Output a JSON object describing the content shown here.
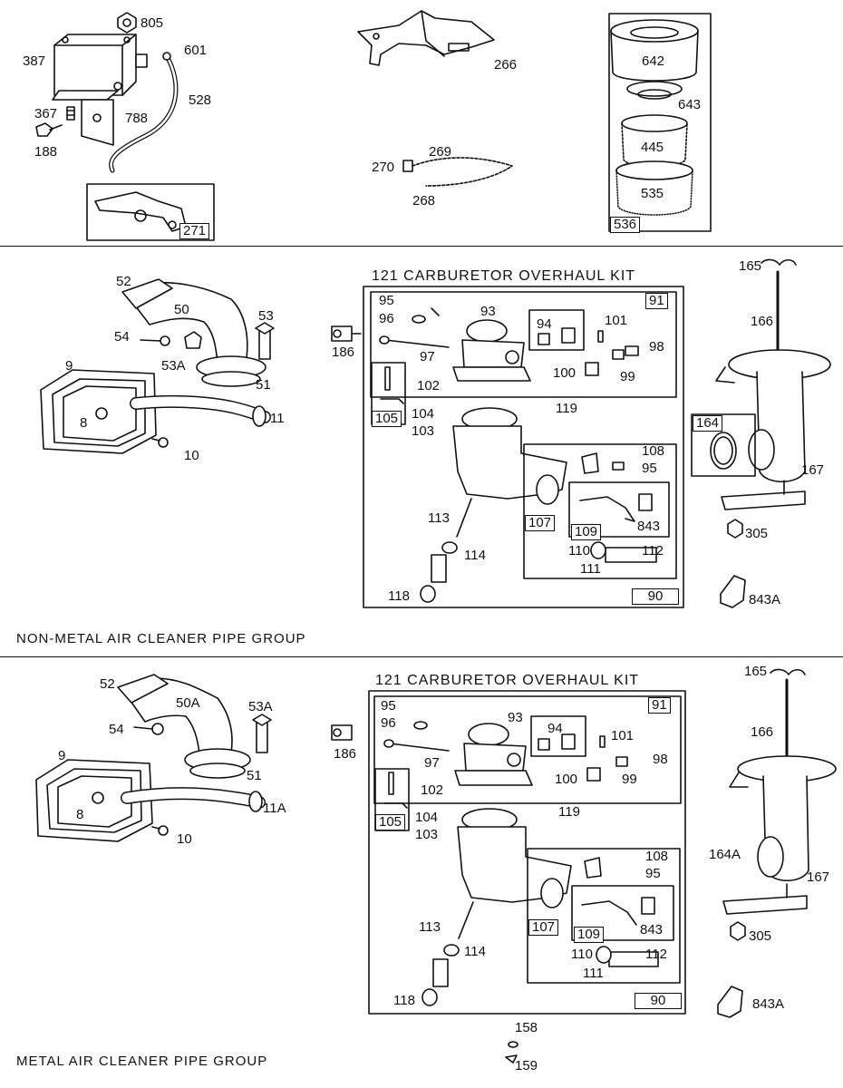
{
  "top": {
    "labels": {
      "p805": "805",
      "p387": "387",
      "p601": "601",
      "p528": "528",
      "p367": "367",
      "p788": "788",
      "p188": "188",
      "p266": "266",
      "p269": "269",
      "p270": "270",
      "p268": "268",
      "p642": "642",
      "p643": "643",
      "p445": "445",
      "p535": "535"
    },
    "boxes": {
      "b271": "271",
      "b536": "536"
    }
  },
  "nonmetal": {
    "caption": "NON-METAL AIR CLEANER PIPE GROUP",
    "kit_title": "121  CARBURETOR OVERHAUL KIT",
    "labels": {
      "p52": "52",
      "p50": "50",
      "p53": "53",
      "p54": "54",
      "p53A": "53A",
      "p51": "51",
      "p9": "9",
      "p8": "8",
      "p11": "11",
      "p10": "10",
      "p186": "186",
      "p95a": "95",
      "p96": "96",
      "p93": "93",
      "p97": "97",
      "p94": "94",
      "p101": "101",
      "p98": "98",
      "p100": "100",
      "p99": "99",
      "p102": "102",
      "p104": "104",
      "p103": "103",
      "p119": "119",
      "p108": "108",
      "p95b": "95",
      "p113": "113",
      "p843": "843",
      "p114": "114",
      "p110": "110",
      "p112": "112",
      "p111": "111",
      "p118": "118",
      "p165": "165",
      "p166": "166",
      "p167": "167",
      "p305": "305",
      "p843A": "843A"
    },
    "boxes": {
      "b91": "91",
      "b105": "105",
      "b107": "107",
      "b109": "109",
      "b90": "90",
      "b164": "164"
    }
  },
  "metal": {
    "caption": "METAL AIR CLEANER PIPE GROUP",
    "kit_title": "121  CARBURETOR OVERHAUL KIT",
    "labels": {
      "p52": "52",
      "p50A": "50A",
      "p53A": "53A",
      "p54": "54",
      "p51": "51",
      "p9": "9",
      "p8": "8",
      "p11A": "11A",
      "p10": "10",
      "p186": "186",
      "p95a": "95",
      "p96": "96",
      "p93": "93",
      "p97": "97",
      "p94": "94",
      "p101": "101",
      "p98": "98",
      "p100": "100",
      "p99": "99",
      "p102": "102",
      "p104": "104",
      "p103": "103",
      "p119": "119",
      "p108": "108",
      "p95b": "95",
      "p113": "113",
      "p843": "843",
      "p114": "114",
      "p110": "110",
      "p112": "112",
      "p111": "111",
      "p118": "118",
      "p165": "165",
      "p166": "166",
      "p164A": "164A",
      "p167": "167",
      "p305": "305",
      "p843A": "843A",
      "p158": "158",
      "p159": "159"
    },
    "boxes": {
      "b91": "91",
      "b105": "105",
      "b107": "107",
      "b109": "109",
      "b90": "90"
    }
  }
}
